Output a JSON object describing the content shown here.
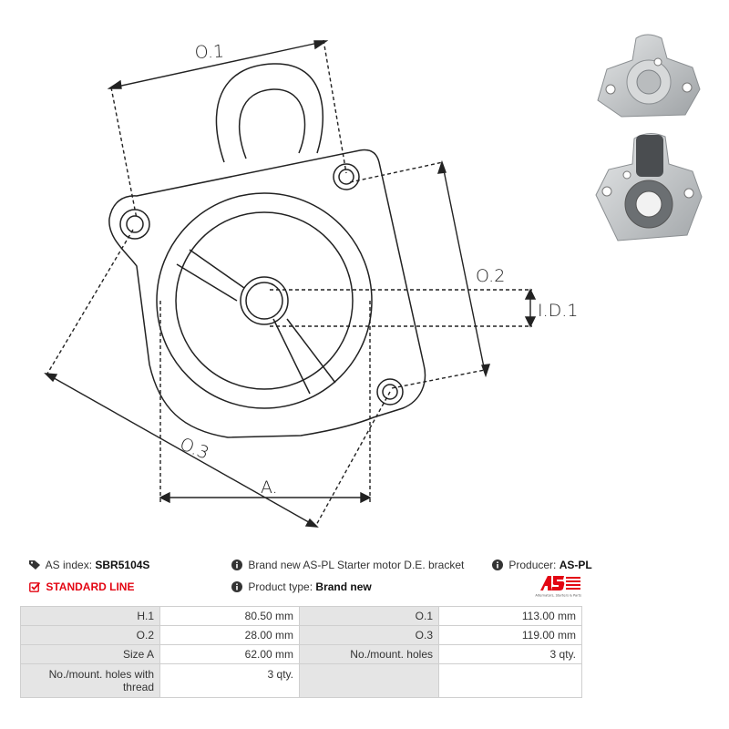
{
  "drawing": {
    "labels": {
      "o1": "O.1",
      "o2": "O.2",
      "o3": "O.3",
      "id1": "I.D.1",
      "a": "A."
    }
  },
  "photos": {
    "top_alt": "Starter motor D.E. bracket - front view",
    "bottom_alt": "Starter motor D.E. bracket - rear view"
  },
  "info": {
    "index_label": "AS index:",
    "index_value": "SBR5104S",
    "description": "Brand new AS-PL Starter motor D.E. bracket",
    "producer_label": "Producer:",
    "producer_value": "AS-PL",
    "line": "Standard line",
    "type_label": "Product type:",
    "type_value": "Brand new"
  },
  "logo": {
    "mark": "AS",
    "tagline": "Alternators, Starters & Parts",
    "color": "#e30613"
  },
  "specs": [
    {
      "l1": "H.1",
      "v1": "80.50 mm",
      "l2": "O.1",
      "v2": "113.00 mm"
    },
    {
      "l1": "O.2",
      "v1": "28.00 mm",
      "l2": "O.3",
      "v2": "119.00 mm"
    },
    {
      "l1": "Size A",
      "v1": "62.00 mm",
      "l2": "No./mount. holes",
      "v2": "3 qty."
    },
    {
      "l1": "No./mount. holes with thread",
      "v1": "3 qty.",
      "l2": "",
      "v2": ""
    }
  ]
}
